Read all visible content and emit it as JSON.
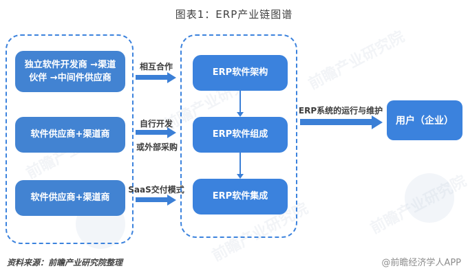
{
  "page": {
    "title": "图表1：ERP产业链图谱"
  },
  "colors": {
    "box_left": "#4283d2",
    "box_main": "#3b82dd",
    "arrow": "#3b7fd6",
    "dashed_border": "#3b82dd"
  },
  "left_group": {
    "boxes": [
      {
        "label": "独立软件开发商 →渠道伙伴 →中间件供应商"
      },
      {
        "label": "软件供应商+渠道商"
      },
      {
        "label": "软件供应商+渠道商"
      }
    ]
  },
  "flows": [
    {
      "top": "相互合作",
      "bottom": ""
    },
    {
      "top": "自行开发",
      "bottom": "或外部采购"
    },
    {
      "top": "SaaS交付模式",
      "bottom": ""
    }
  ],
  "middle_group": {
    "boxes": [
      {
        "label": "ERP软件架构"
      },
      {
        "label": "ERP软件组成"
      },
      {
        "label": "ERP软件集成"
      }
    ]
  },
  "output_arrow": {
    "label": "ERP系统的运行与维护"
  },
  "user_box": {
    "label": "用户（企业）"
  },
  "footer": {
    "source": "资料来源：前瞻产业研究院整理",
    "credit": "@前瞻经济学人APP"
  },
  "watermark": {
    "text": "前瞻产业研究院"
  }
}
